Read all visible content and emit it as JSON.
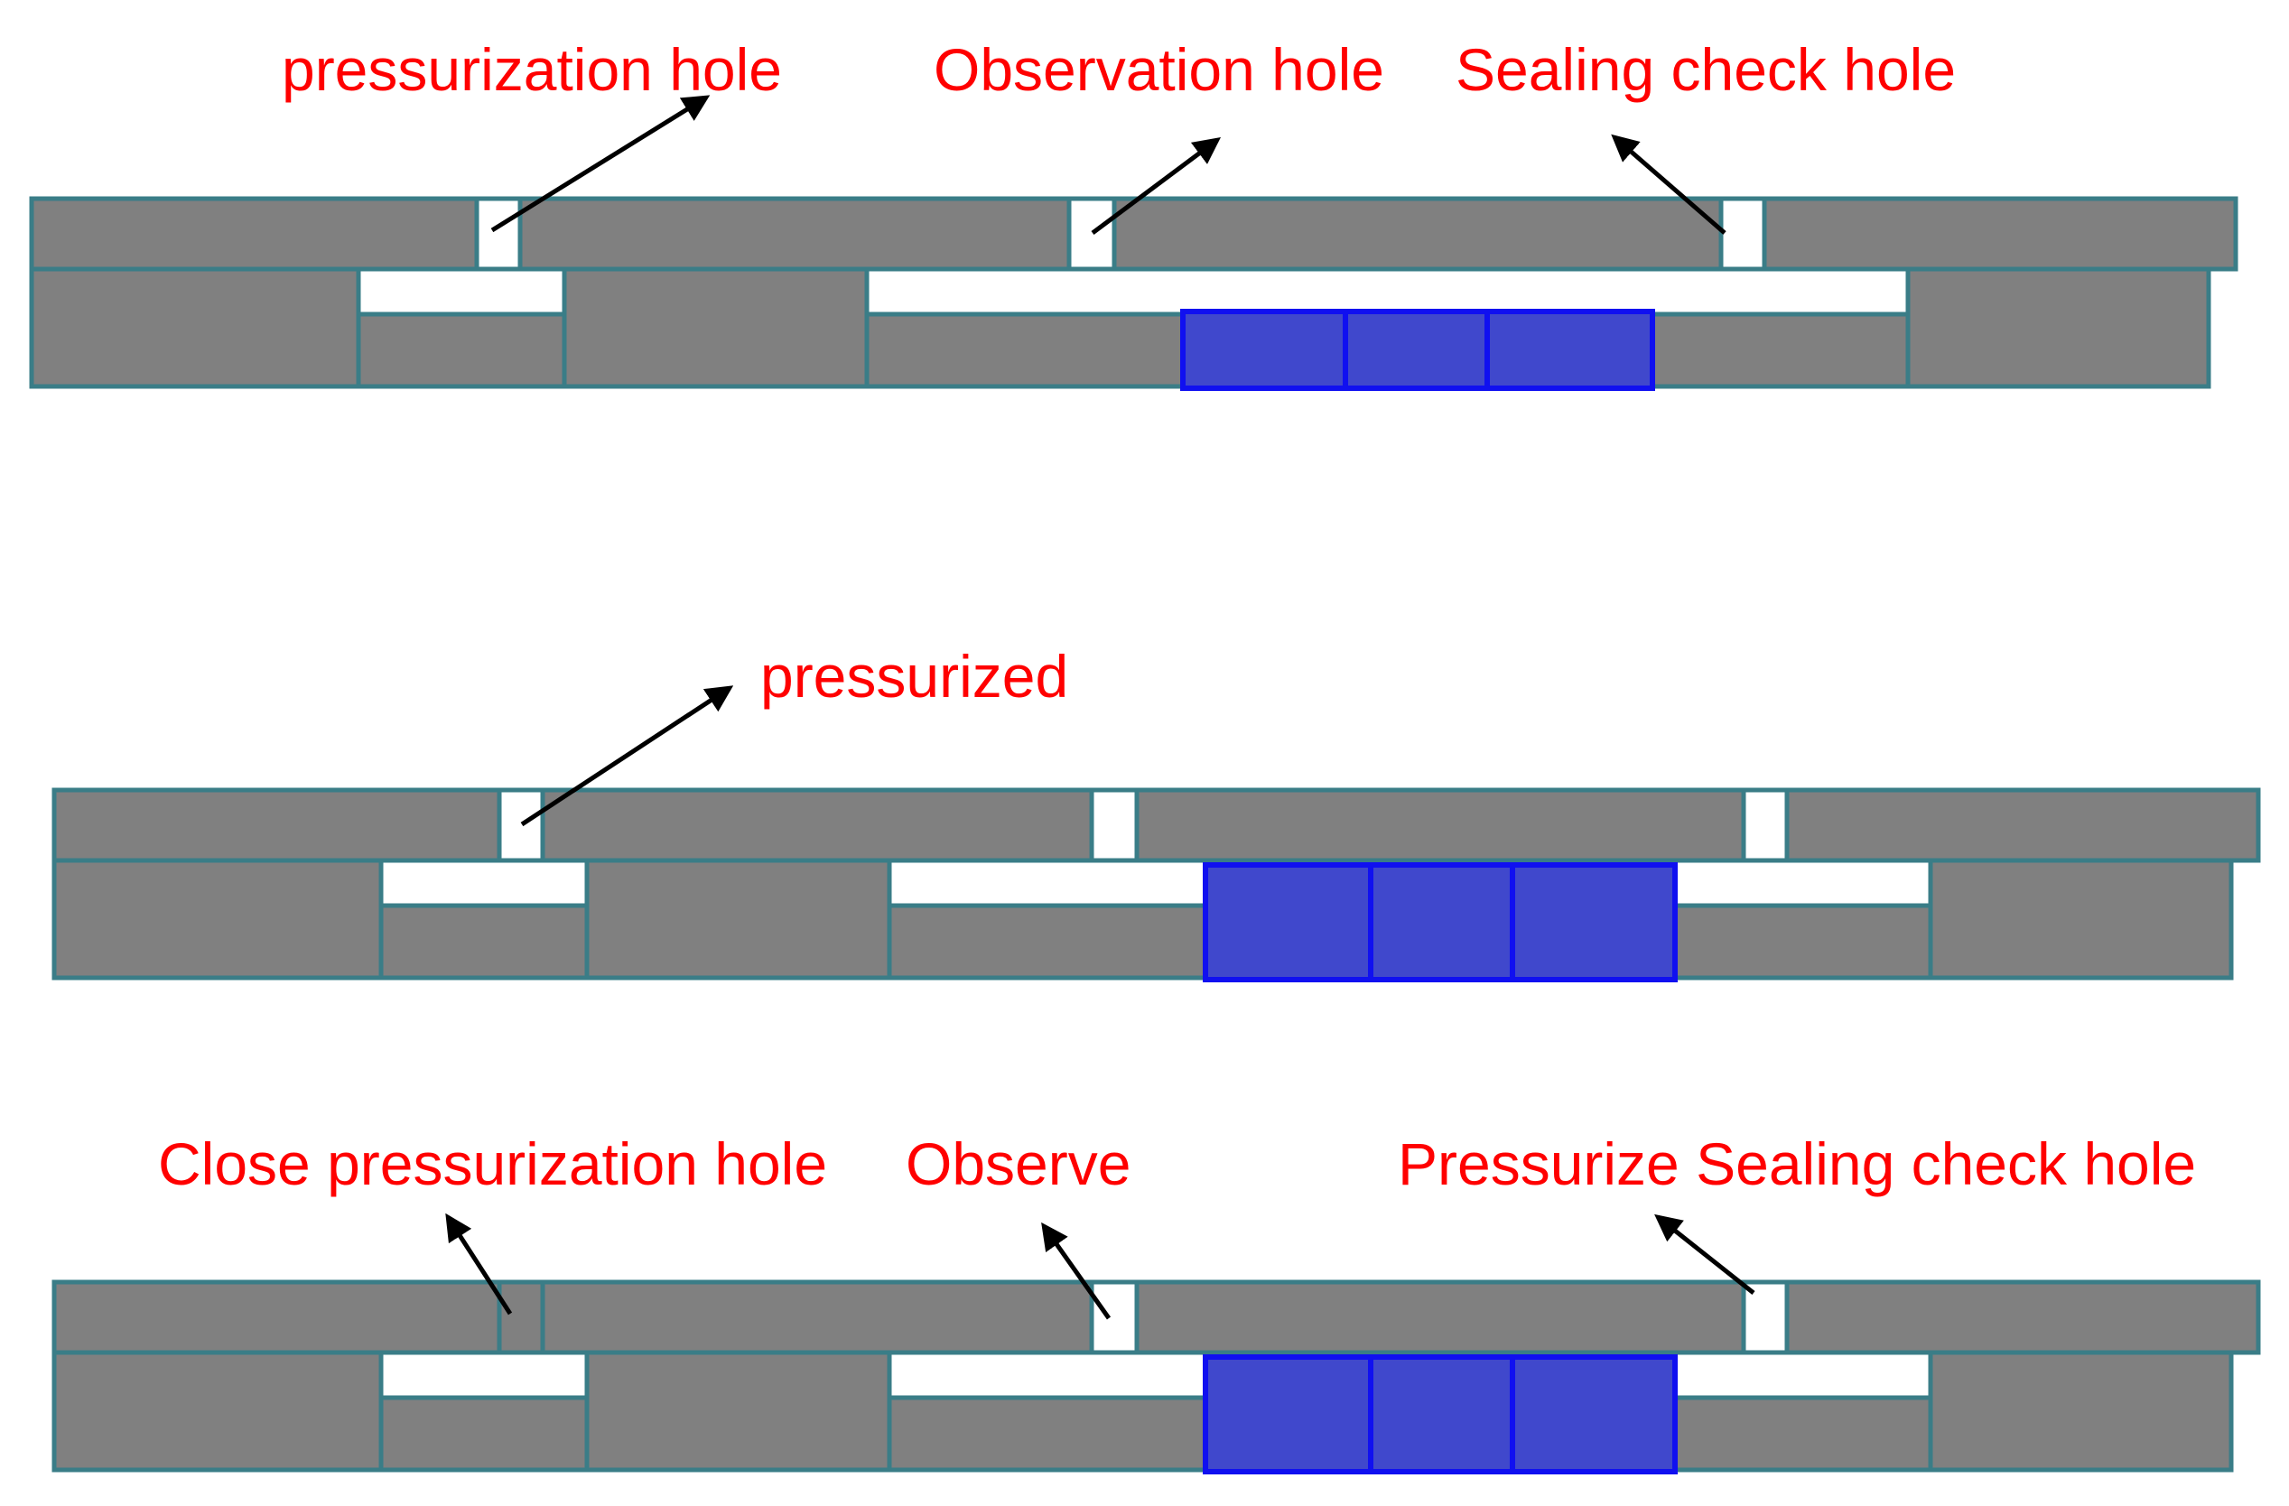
{
  "panels": [
    {
      "labels": [
        {
          "id": "pressurization-hole-label",
          "text": "pressurization hole"
        },
        {
          "id": "observation-hole-label",
          "text": "Observation hole"
        },
        {
          "id": "sealing-check-hole-label",
          "text": "Sealing check hole"
        }
      ]
    },
    {
      "labels": [
        {
          "id": "pressurized-label",
          "text": "pressurized"
        }
      ]
    },
    {
      "labels": [
        {
          "id": "close-pressurization-hole-label",
          "text": "Close pressurization hole"
        },
        {
          "id": "observe-label",
          "text": "Observe"
        },
        {
          "id": "pressurize-sealing-check-hole-label",
          "text": "Pressurize Sealing check hole"
        }
      ]
    }
  ],
  "colors": {
    "plate": "#808080",
    "outline": "#3a7d87",
    "block_fill": "#4048cc",
    "block_outline": "#1010f0",
    "label": "#ff0000",
    "arrow": "#000000"
  }
}
